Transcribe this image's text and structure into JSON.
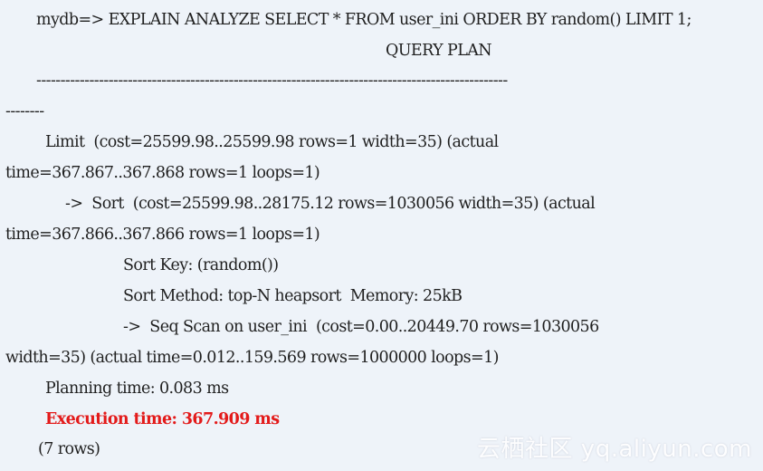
{
  "output": {
    "command": "mydb=> EXPLAIN ANALYZE SELECT * FROM user_ini ORDER BY random() LIMIT 1;",
    "header": "QUERY PLAN",
    "separator_a": "--------------------------------------------------------------------------------------------------",
    "separator_b": "--------",
    "limit_line": "Limit  (cost=25599.98..25599.98 rows=1 width=35) (actual",
    "limit_cont": "time=367.867..367.868 rows=1 loops=1)",
    "sort_line": "->  Sort  (cost=25599.98..28175.12 rows=1030056 width=35) (actual",
    "sort_cont": "time=367.866..367.866 rows=1 loops=1)",
    "sort_key": "Sort Key: (random())",
    "sort_method": "Sort Method: top-N heapsort  Memory: 25kB",
    "seq_scan_line": "->  Seq Scan on user_ini  (cost=0.00..20449.70 rows=1030056",
    "seq_scan_cont": "width=35) (actual time=0.012..159.569 rows=1000000 loops=1)",
    "planning_time": "Planning time: 0.083 ms",
    "execution_time": "Execution time: 367.909 ms",
    "row_count": "(7 rows)"
  },
  "watermark": {
    "text": "云栖社区 yq.aliyun.com"
  },
  "colors": {
    "background": "#eef3f9",
    "text": "#1f1f1f",
    "highlight": "#e31a1a"
  }
}
